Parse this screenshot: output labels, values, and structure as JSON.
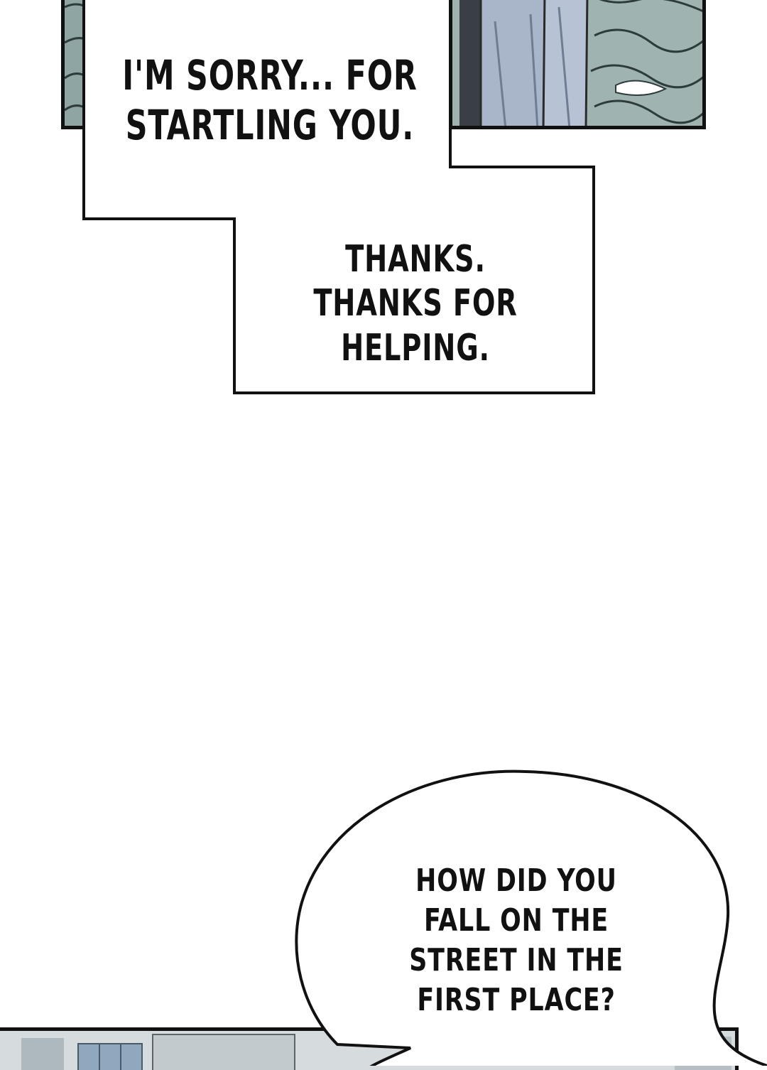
{
  "captions": {
    "first": "I'M SORRY... FOR STARTLING YOU.",
    "second": "THANKS. THANKS FOR HELPING."
  },
  "bubble": {
    "text": "HOW DID YOU FALL ON THE STREET IN THE FIRST PLACE?"
  },
  "colors": {
    "ink": "#111111",
    "panel_teal": "#8ea5a3",
    "panel_bottom": "#cfd6d8"
  }
}
